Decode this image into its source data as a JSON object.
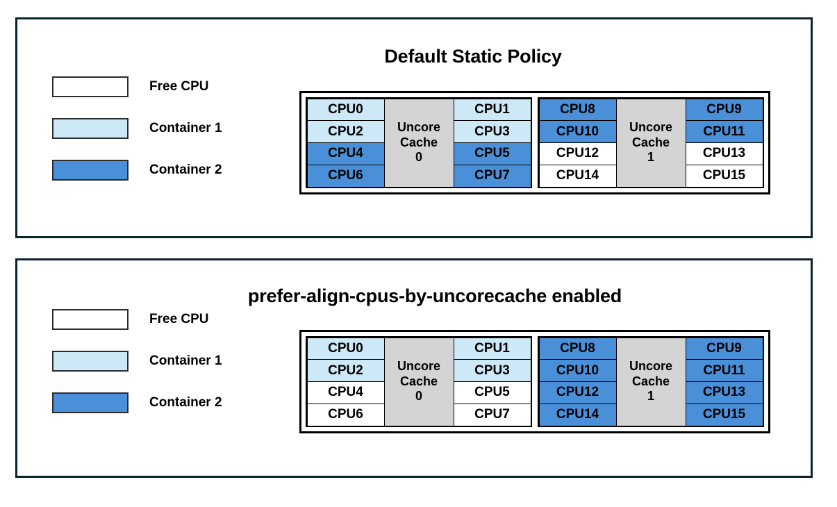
{
  "colors": {
    "free_cpu": "#ffffff",
    "container_1": "#cde9f7",
    "container_2": "#4a90d9",
    "uncore_cache": "#d4d4d4",
    "panel_border": "#0b2231",
    "cell_border": "#000000"
  },
  "legend": {
    "items": [
      {
        "label": "Free CPU",
        "fill": "#ffffff"
      },
      {
        "label": "Container 1",
        "fill": "#cde9f7"
      },
      {
        "label": "Container 2",
        "fill": "#4a90d9"
      }
    ]
  },
  "panels": [
    {
      "title": "Default Static Policy",
      "topology": {
        "groups": [
          {
            "cache_label_line1": "Uncore",
            "cache_label_line2": "Cache",
            "cache_label_line3": "0",
            "left_column": [
              {
                "label": "CPU0",
                "fill": "#cde9f7",
                "owner": "Container 1"
              },
              {
                "label": "CPU2",
                "fill": "#cde9f7",
                "owner": "Container 1"
              },
              {
                "label": "CPU4",
                "fill": "#4a90d9",
                "owner": "Container 2"
              },
              {
                "label": "CPU6",
                "fill": "#4a90d9",
                "owner": "Container 2"
              }
            ],
            "right_column": [
              {
                "label": "CPU1",
                "fill": "#cde9f7",
                "owner": "Container 1"
              },
              {
                "label": "CPU3",
                "fill": "#cde9f7",
                "owner": "Container 1"
              },
              {
                "label": "CPU5",
                "fill": "#4a90d9",
                "owner": "Container 2"
              },
              {
                "label": "CPU7",
                "fill": "#4a90d9",
                "owner": "Container 2"
              }
            ]
          },
          {
            "cache_label_line1": "Uncore",
            "cache_label_line2": "Cache",
            "cache_label_line3": "1",
            "left_column": [
              {
                "label": "CPU8",
                "fill": "#4a90d9",
                "owner": "Container 2"
              },
              {
                "label": "CPU10",
                "fill": "#4a90d9",
                "owner": "Container 2"
              },
              {
                "label": "CPU12",
                "fill": "#ffffff",
                "owner": "Free CPU"
              },
              {
                "label": "CPU14",
                "fill": "#ffffff",
                "owner": "Free CPU"
              }
            ],
            "right_column": [
              {
                "label": "CPU9",
                "fill": "#4a90d9",
                "owner": "Container 2"
              },
              {
                "label": "CPU11",
                "fill": "#4a90d9",
                "owner": "Container 2"
              },
              {
                "label": "CPU13",
                "fill": "#ffffff",
                "owner": "Free CPU"
              },
              {
                "label": "CPU15",
                "fill": "#ffffff",
                "owner": "Free CPU"
              }
            ]
          }
        ]
      }
    },
    {
      "title": "prefer-align-cpus-by-uncorecache enabled",
      "topology": {
        "groups": [
          {
            "cache_label_line1": "Uncore",
            "cache_label_line2": "Cache",
            "cache_label_line3": "0",
            "left_column": [
              {
                "label": "CPU0",
                "fill": "#cde9f7",
                "owner": "Container 1"
              },
              {
                "label": "CPU2",
                "fill": "#cde9f7",
                "owner": "Container 1"
              },
              {
                "label": "CPU4",
                "fill": "#ffffff",
                "owner": "Free CPU"
              },
              {
                "label": "CPU6",
                "fill": "#ffffff",
                "owner": "Free CPU"
              }
            ],
            "right_column": [
              {
                "label": "CPU1",
                "fill": "#cde9f7",
                "owner": "Container 1"
              },
              {
                "label": "CPU3",
                "fill": "#cde9f7",
                "owner": "Container 1"
              },
              {
                "label": "CPU5",
                "fill": "#ffffff",
                "owner": "Free CPU"
              },
              {
                "label": "CPU7",
                "fill": "#ffffff",
                "owner": "Free CPU"
              }
            ]
          },
          {
            "cache_label_line1": "Uncore",
            "cache_label_line2": "Cache",
            "cache_label_line3": "1",
            "left_column": [
              {
                "label": "CPU8",
                "fill": "#4a90d9",
                "owner": "Container 2"
              },
              {
                "label": "CPU10",
                "fill": "#4a90d9",
                "owner": "Container 2"
              },
              {
                "label": "CPU12",
                "fill": "#4a90d9",
                "owner": "Container 2"
              },
              {
                "label": "CPU14",
                "fill": "#4a90d9",
                "owner": "Container 2"
              }
            ],
            "right_column": [
              {
                "label": "CPU9",
                "fill": "#4a90d9",
                "owner": "Container 2"
              },
              {
                "label": "CPU11",
                "fill": "#4a90d9",
                "owner": "Container 2"
              },
              {
                "label": "CPU13",
                "fill": "#4a90d9",
                "owner": "Container 2"
              },
              {
                "label": "CPU15",
                "fill": "#4a90d9",
                "owner": "Container 2"
              }
            ]
          }
        ]
      }
    }
  ]
}
